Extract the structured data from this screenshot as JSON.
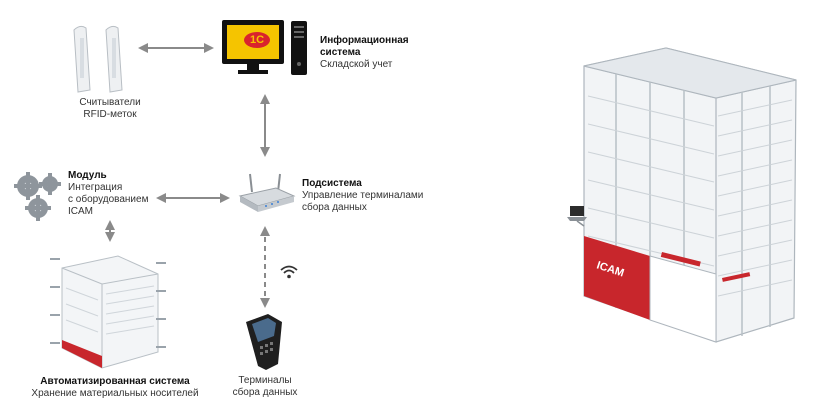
{
  "nodes": {
    "info_system": {
      "title": "Информационная система",
      "subtitle": "Складской учет"
    },
    "readers": {
      "line1": "Считыватели",
      "line2": "RFID-меток"
    },
    "module": {
      "title": "Модуль",
      "line1": "Интеграция",
      "line2": "с оборудованием",
      "line3": "ICAM"
    },
    "subsystem": {
      "title": "Подсистема",
      "line1": "Управление терминалами",
      "line2": "сбора данных"
    },
    "auto_system": {
      "title": "Автоматизированная система",
      "subtitle": "Хранение материальных носителей"
    },
    "terminals": {
      "line1": "Терминалы",
      "line2": "сбора данных"
    }
  },
  "icons": {
    "monitor_logo": "1С",
    "machine_brand": "ICAM"
  },
  "colors": {
    "arrow": "#8a8a8a",
    "logo_red": "#d9232d",
    "logo_yellow": "#f5c400",
    "machine_red": "#c8262c",
    "wifi": "#333333"
  }
}
